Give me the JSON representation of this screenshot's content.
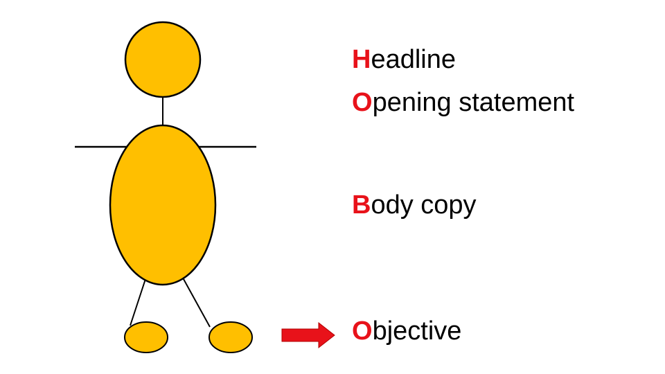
{
  "colors": {
    "figure_fill": "#FFBF00",
    "outline": "#000000",
    "initial_letter": "#E8121A",
    "arrow": "#E8121A"
  },
  "labels": {
    "headline": {
      "initial": "H",
      "rest": "eadline"
    },
    "opening": {
      "initial": "O",
      "rest": "pening statement"
    },
    "body": {
      "initial": "B",
      "rest": "ody copy"
    },
    "objective": {
      "initial": "O",
      "rest": "bjective"
    }
  }
}
